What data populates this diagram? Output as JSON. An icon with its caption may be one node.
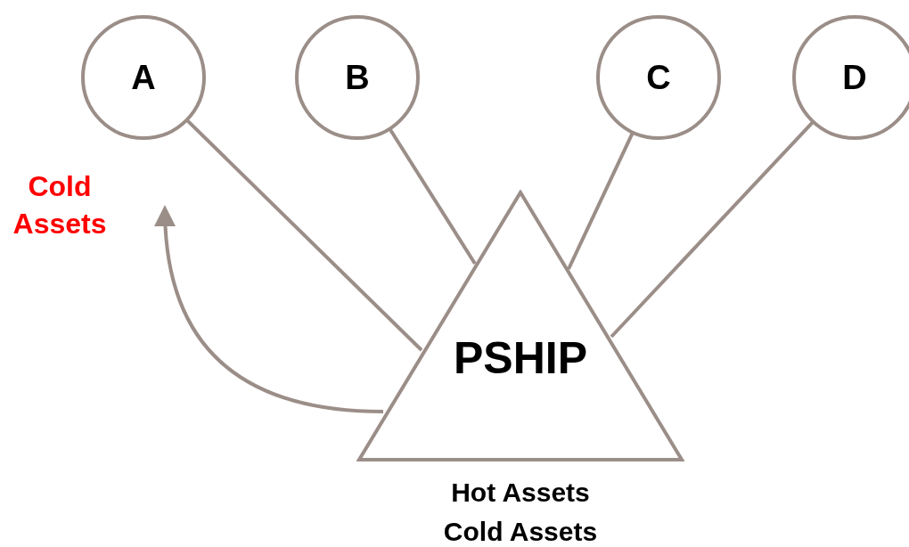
{
  "diagram": {
    "nodes": [
      {
        "text": [
          "A"
        ]
      },
      {
        "text": [
          "B"
        ]
      },
      {
        "text": [
          "C"
        ]
      },
      {
        "text": [
          "D"
        ]
      },
      {
        "text": [
          "Cold Assets"
        ]
      },
      {
        "text": [
          "PSHIP"
        ],
        "beside": [
          "Hot Assets",
          "Cold Assets"
        ]
      }
    ],
    "edges": [
      {
        "from": 0,
        "to": 5,
        "arrow": "none"
      },
      {
        "from": 1,
        "to": 5,
        "arrow": "none"
      },
      {
        "from": 2,
        "to": 5,
        "arrow": "none"
      },
      {
        "from": 3,
        "to": 5,
        "arrow": "none"
      },
      {
        "from": 5,
        "to": 4,
        "arrow": "to"
      }
    ]
  }
}
